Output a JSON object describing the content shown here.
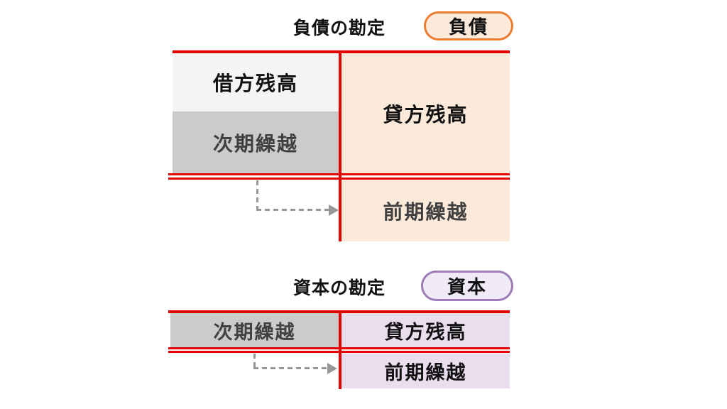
{
  "colors": {
    "line_red": "#e60000",
    "cell_light_gray": "#f4f4f4",
    "cell_dark_gray": "#cbcbcb",
    "cell_peach": "#fbe9da",
    "cell_lavender": "#e9ddee",
    "liability_badge_border": "#ed7d31",
    "liability_badge_fill": "#fdeada",
    "capital_badge_border": "#9e7cb8",
    "capital_badge_fill": "#f0e9f6",
    "arrow_gray": "#979797",
    "text_black": "#111111",
    "text_gray": "#404040"
  },
  "liability": {
    "title": "負債の勘定",
    "badge_label": "負債",
    "cells": {
      "debit_balance": "借方残高",
      "next_period_carryover": "次期繰越",
      "credit_balance": "貸方残高",
      "prev_period_carryover": "前期繰越"
    }
  },
  "capital": {
    "title": "資本の勘定",
    "badge_label": "資本",
    "cells": {
      "next_period_carryover": "次期繰越",
      "credit_balance": "貸方残高",
      "prev_period_carryover": "前期繰越"
    }
  }
}
